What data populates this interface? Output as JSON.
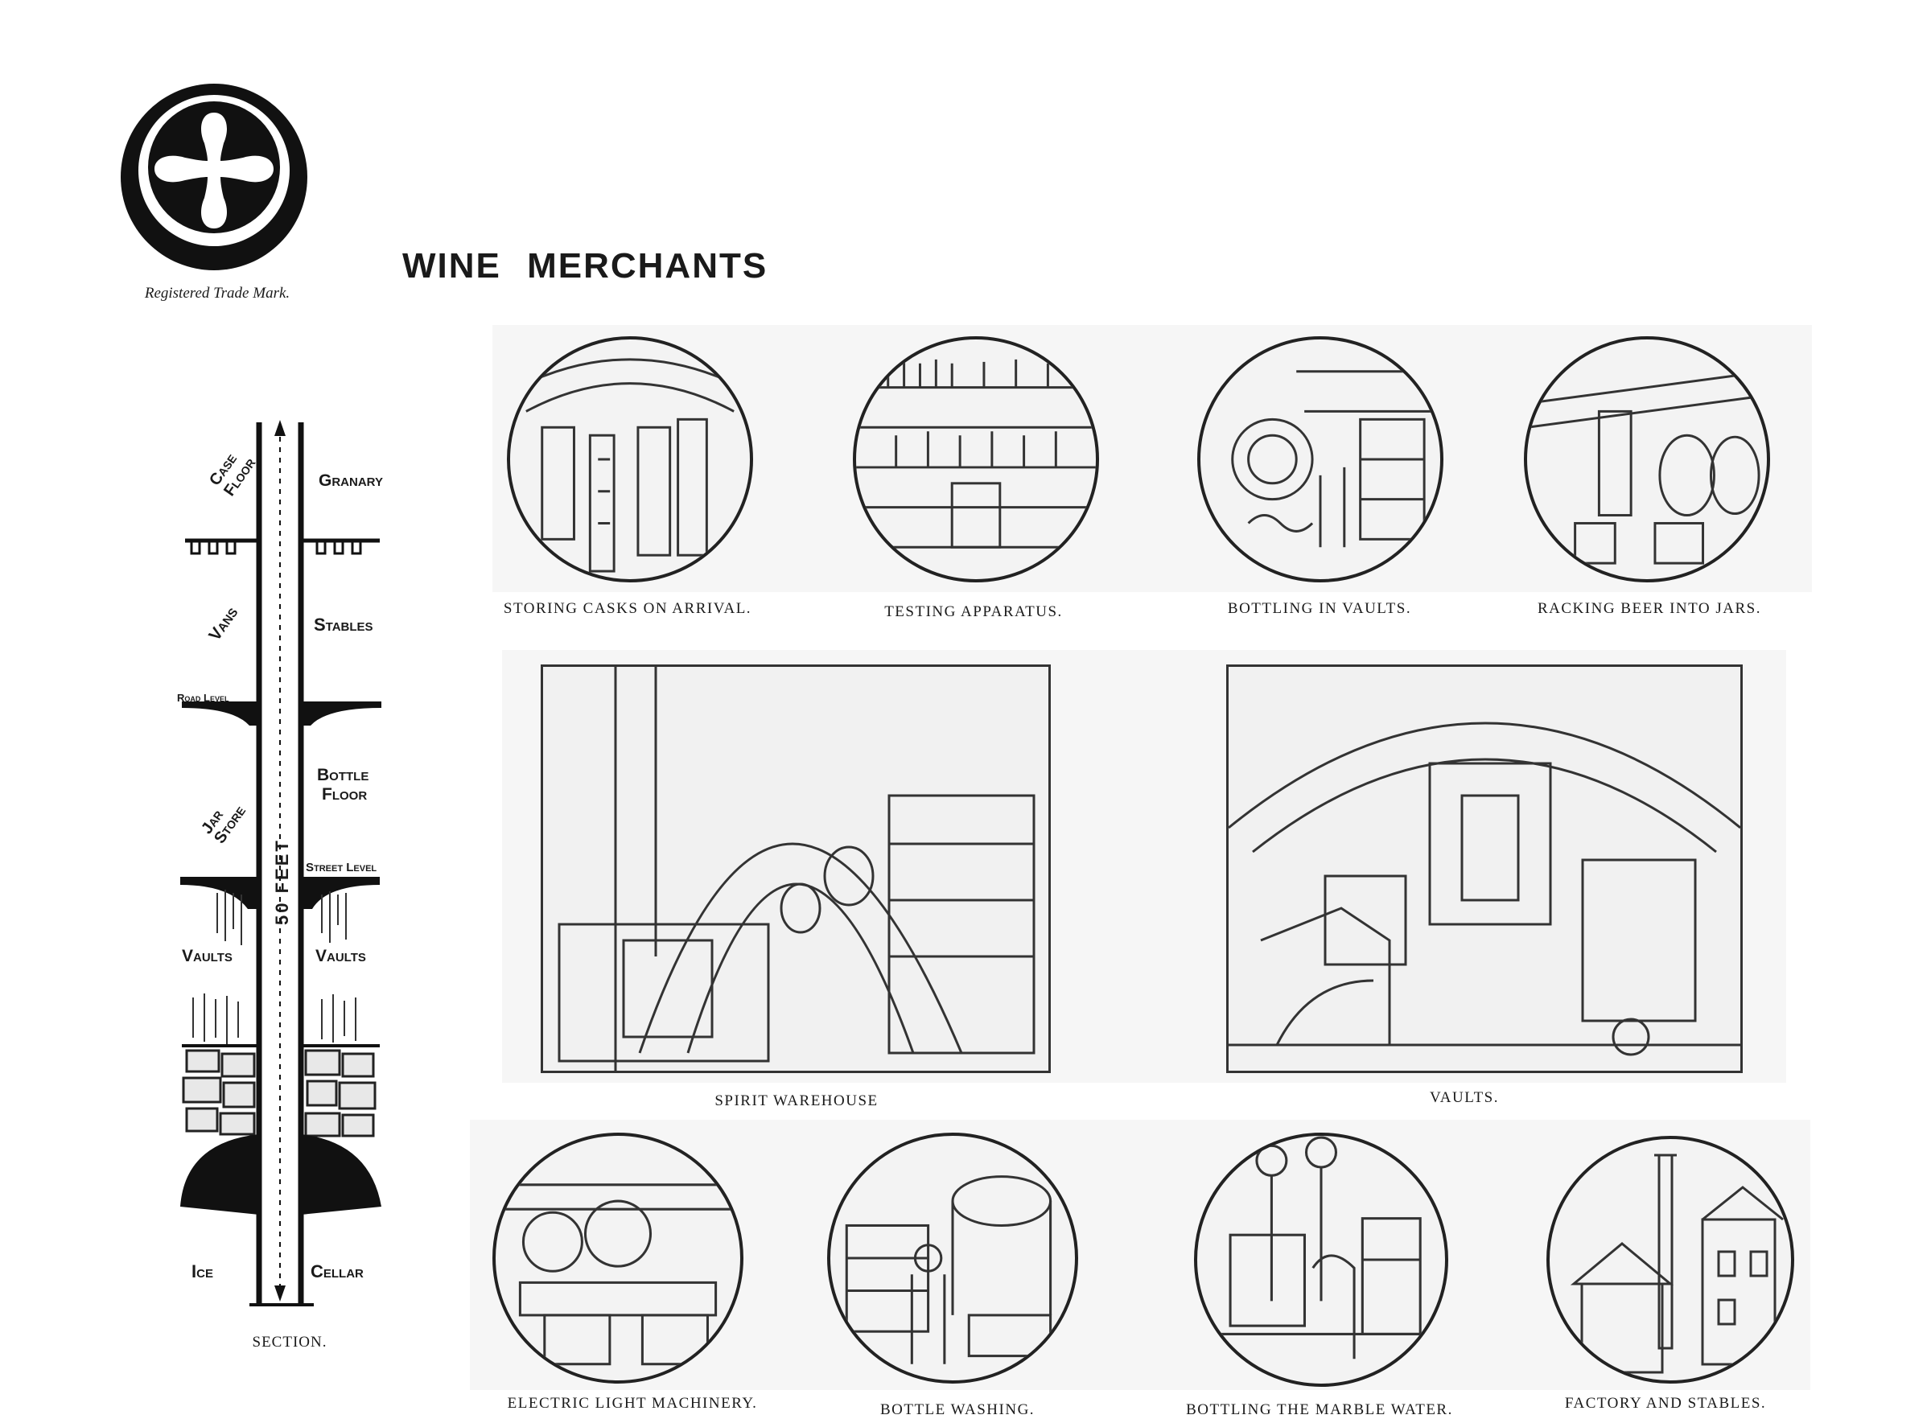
{
  "header": {
    "title": "WINE MERCHANTS",
    "trademark_caption": "Registered Trade Mark."
  },
  "section": {
    "caption": "SECTION.",
    "left_labels": [
      "Case Floor",
      "Vans",
      "Road Level",
      "Jar Store",
      "Vaults",
      "Ice"
    ],
    "right_labels": [
      "Granary",
      "Stables",
      "Bottle Floor",
      "Street Level",
      "Vaults",
      "Cellar"
    ],
    "measure": "50 FEET"
  },
  "top_row": [
    {
      "caption": "STORING CASKS ON ARRIVAL."
    },
    {
      "caption": "TESTING APPARATUS."
    },
    {
      "caption": "BOTTLING IN VAULTS."
    },
    {
      "caption": "RACKING BEER INTO JARS."
    }
  ],
  "middle_row": [
    {
      "caption": "SPIRIT WAREHOUSE"
    },
    {
      "caption": "VAULTS."
    }
  ],
  "bottom_row": [
    {
      "caption": "ELECTRIC LIGHT MACHINERY."
    },
    {
      "caption": "BOTTLE WASHING."
    },
    {
      "caption": "BOTTLING THE MARBLE WATER."
    },
    {
      "caption": "FACTORY AND STABLES."
    }
  ]
}
